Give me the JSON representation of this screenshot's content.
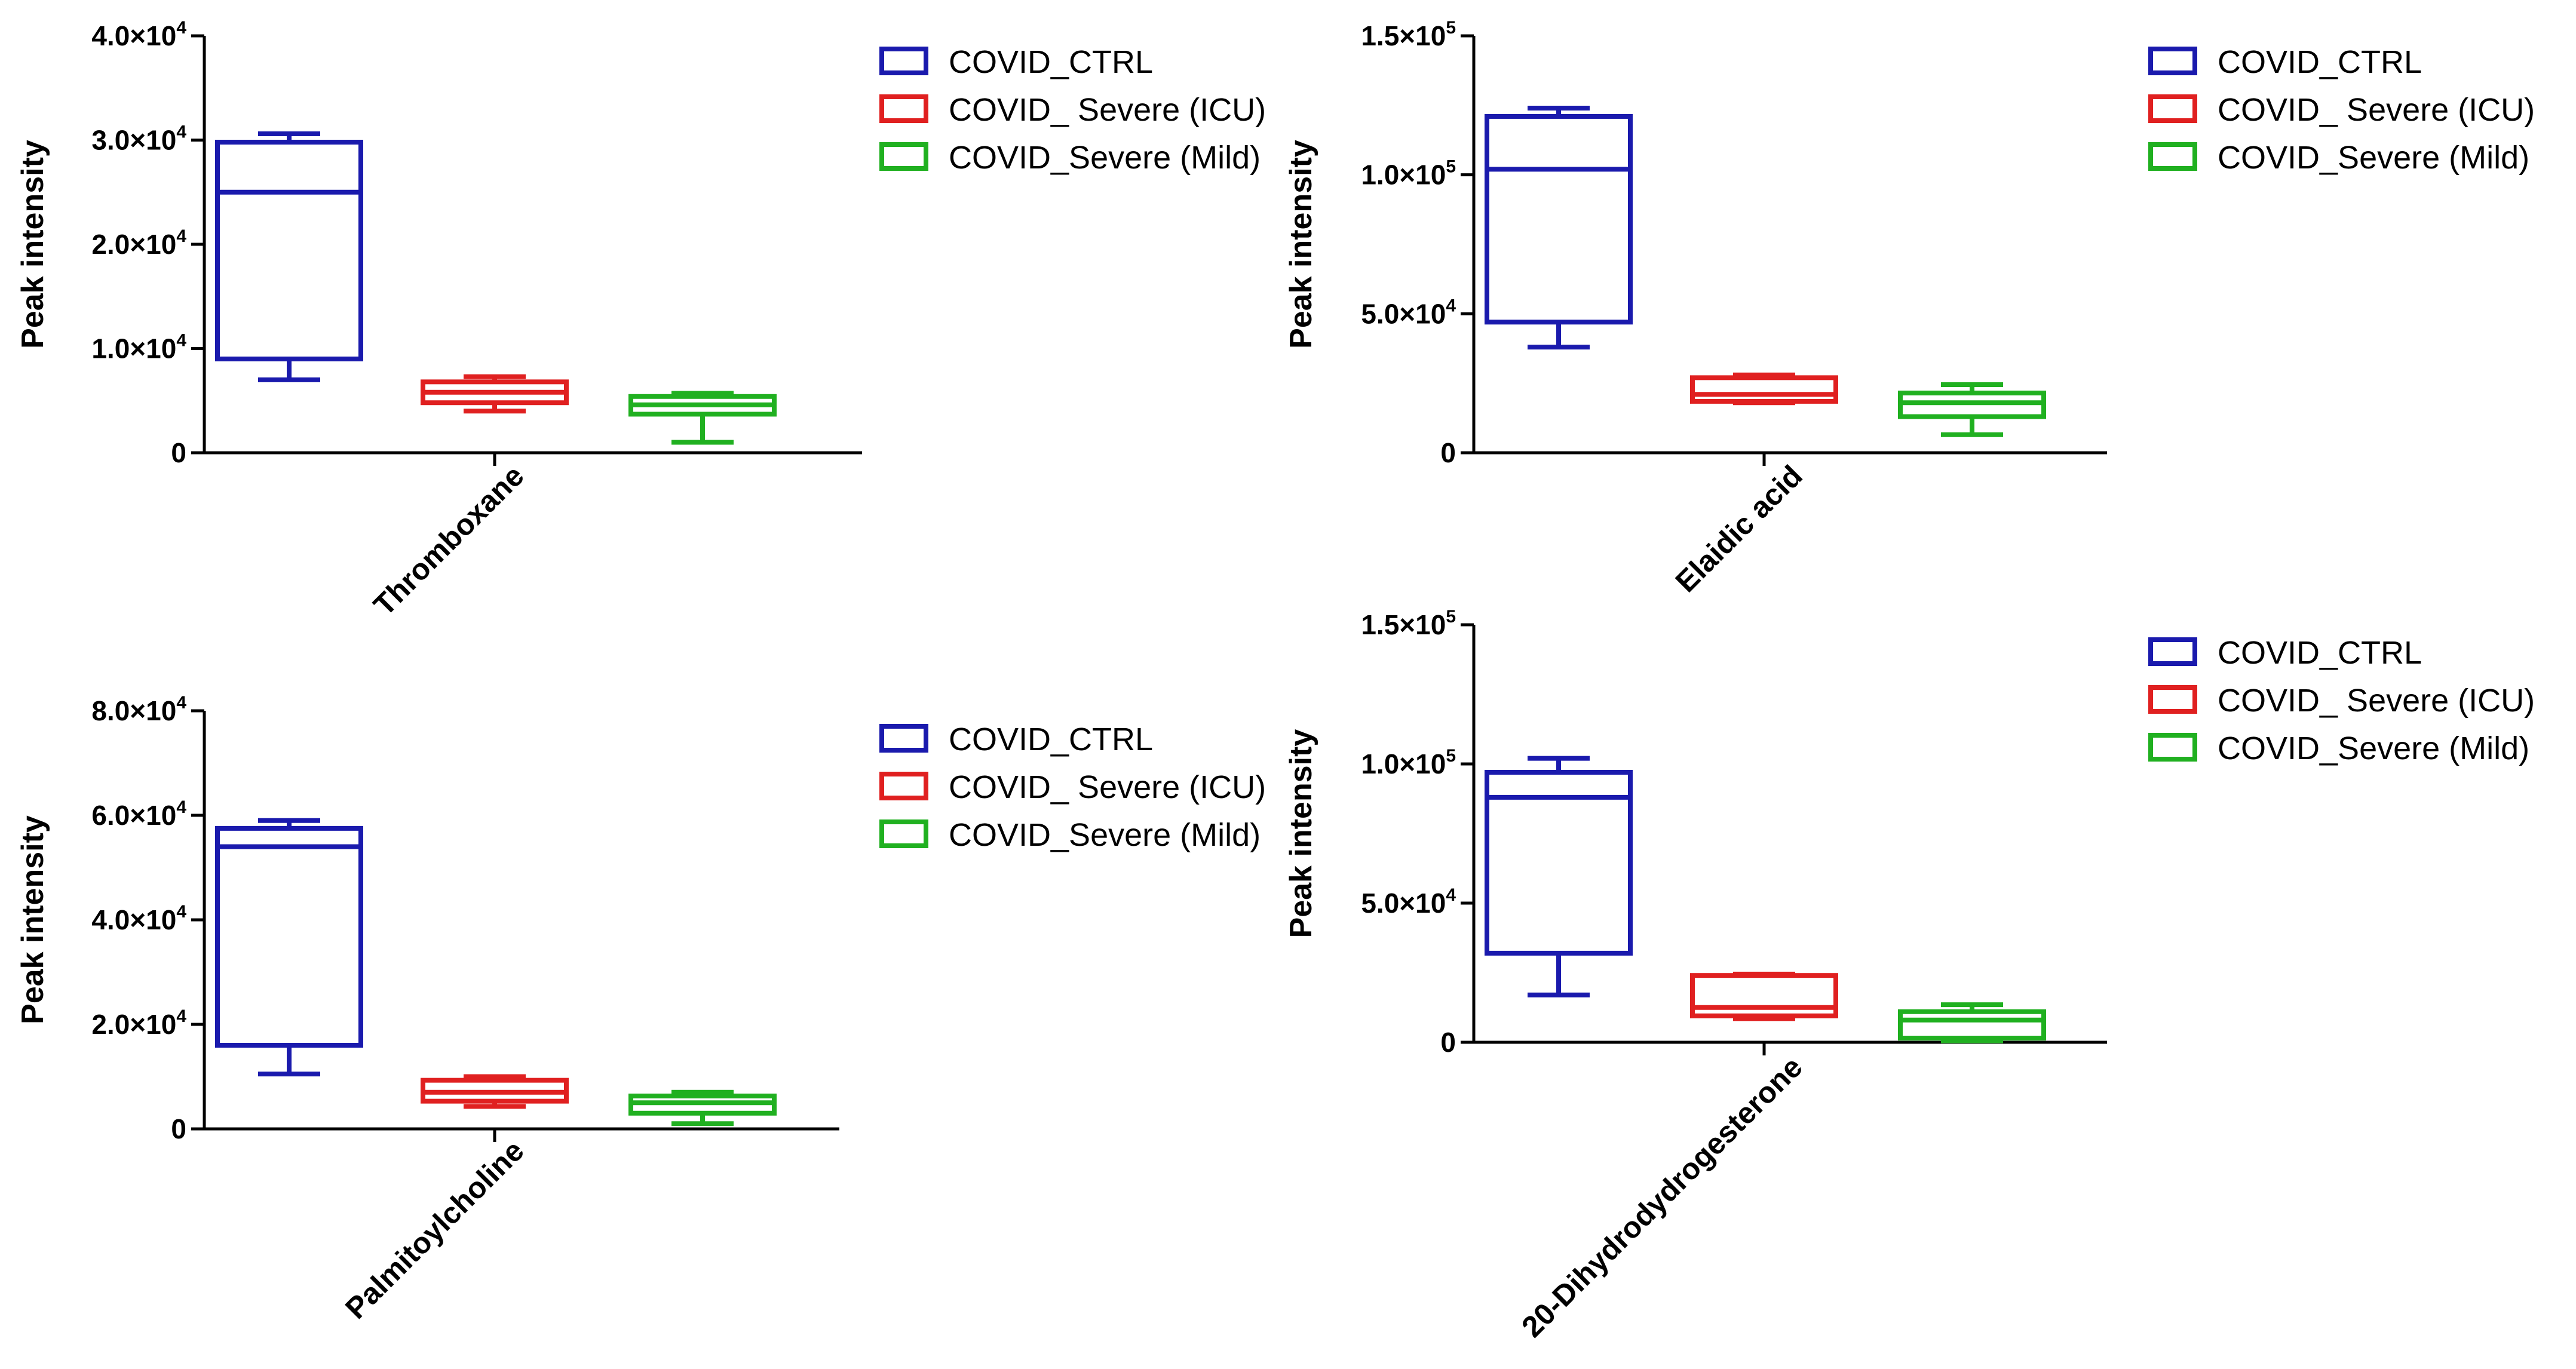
{
  "chart_data": [
    {
      "type": "box",
      "ylabel": "Peak intensity",
      "category": "Thromboxane",
      "ylim": [
        0,
        40000
      ],
      "yticks": [
        {
          "value": 0,
          "label": "0"
        },
        {
          "value": 10000,
          "mant": "1.0",
          "exp": "4"
        },
        {
          "value": 20000,
          "mant": "2.0",
          "exp": "4"
        },
        {
          "value": 30000,
          "mant": "3.0",
          "exp": "4"
        },
        {
          "value": 40000,
          "mant": "4.0",
          "exp": "4"
        }
      ],
      "series": [
        {
          "name": "COVID_CTRL",
          "color": "#1a1aad",
          "min": 7000,
          "q1": 9000,
          "median": 25000,
          "q3": 29800,
          "max": 30600
        },
        {
          "name": "COVID_ Severe (ICU)",
          "color": "#e02020",
          "min": 4000,
          "q1": 4800,
          "median": 5800,
          "q3": 6800,
          "max": 7300
        },
        {
          "name": "COVID_Severe (Mild)",
          "color": "#20b020",
          "min": 1000,
          "q1": 3700,
          "median": 4600,
          "q3": 5400,
          "max": 5700
        }
      ],
      "legend": "right"
    },
    {
      "type": "box",
      "ylabel": "Peak intensity",
      "category": "Elaidic acid",
      "ylim": [
        0,
        150000
      ],
      "yticks": [
        {
          "value": 0,
          "label": "0"
        },
        {
          "value": 50000,
          "mant": "5.0",
          "exp": "4"
        },
        {
          "value": 100000,
          "mant": "1.0",
          "exp": "5"
        },
        {
          "value": 150000,
          "mant": "1.5",
          "exp": "5"
        }
      ],
      "series": [
        {
          "name": "COVID_CTRL",
          "color": "#1a1aad",
          "min": 38000,
          "q1": 47000,
          "median": 102000,
          "q3": 121000,
          "max": 124000
        },
        {
          "name": "COVID_ Severe (ICU)",
          "color": "#e02020",
          "min": 18000,
          "q1": 18500,
          "median": 21000,
          "q3": 27000,
          "max": 28000
        },
        {
          "name": "COVID_Severe (Mild)",
          "color": "#20b020",
          "min": 6500,
          "q1": 13000,
          "median": 18000,
          "q3": 21500,
          "max": 24500
        }
      ],
      "legend": "right"
    },
    {
      "type": "box",
      "ylabel": "Peak intensity",
      "category": "Palmitoylcholine",
      "ylim": [
        0,
        80000
      ],
      "yticks": [
        {
          "value": 0,
          "label": "0"
        },
        {
          "value": 20000,
          "mant": "2.0",
          "exp": "4"
        },
        {
          "value": 40000,
          "mant": "4.0",
          "exp": "4"
        },
        {
          "value": 60000,
          "mant": "6.0",
          "exp": "4"
        },
        {
          "value": 80000,
          "mant": "8.0",
          "exp": "4"
        }
      ],
      "series": [
        {
          "name": "COVID_CTRL",
          "color": "#1a1aad",
          "min": 10500,
          "q1": 16000,
          "median": 54000,
          "q3": 57500,
          "max": 59000
        },
        {
          "name": "COVID_ Severe (ICU)",
          "color": "#e02020",
          "min": 4300,
          "q1": 5300,
          "median": 7000,
          "q3": 9300,
          "max": 10000
        },
        {
          "name": "COVID_Severe (Mild)",
          "color": "#20b020",
          "min": 1000,
          "q1": 3000,
          "median": 5000,
          "q3": 6300,
          "max": 7000
        }
      ],
      "legend": "right"
    },
    {
      "type": "box",
      "ylabel": "Peak intensity",
      "category": "20-Dihydrodydrogesterone",
      "ylim": [
        0,
        150000
      ],
      "yticks": [
        {
          "value": 0,
          "label": "0"
        },
        {
          "value": 50000,
          "mant": "5.0",
          "exp": "4"
        },
        {
          "value": 100000,
          "mant": "1.0",
          "exp": "5"
        },
        {
          "value": 150000,
          "mant": "1.5",
          "exp": "5"
        }
      ],
      "series": [
        {
          "name": "COVID_CTRL",
          "color": "#1a1aad",
          "min": 17000,
          "q1": 32000,
          "median": 88000,
          "q3": 97000,
          "max": 102000
        },
        {
          "name": "COVID_ Severe (ICU)",
          "color": "#e02020",
          "min": 8500,
          "q1": 9500,
          "median": 12500,
          "q3": 24000,
          "max": 24500
        },
        {
          "name": "COVID_Severe (Mild)",
          "color": "#20b020",
          "min": 500,
          "q1": 1500,
          "median": 8000,
          "q3": 11000,
          "max": 13500
        }
      ],
      "legend": "right"
    }
  ]
}
